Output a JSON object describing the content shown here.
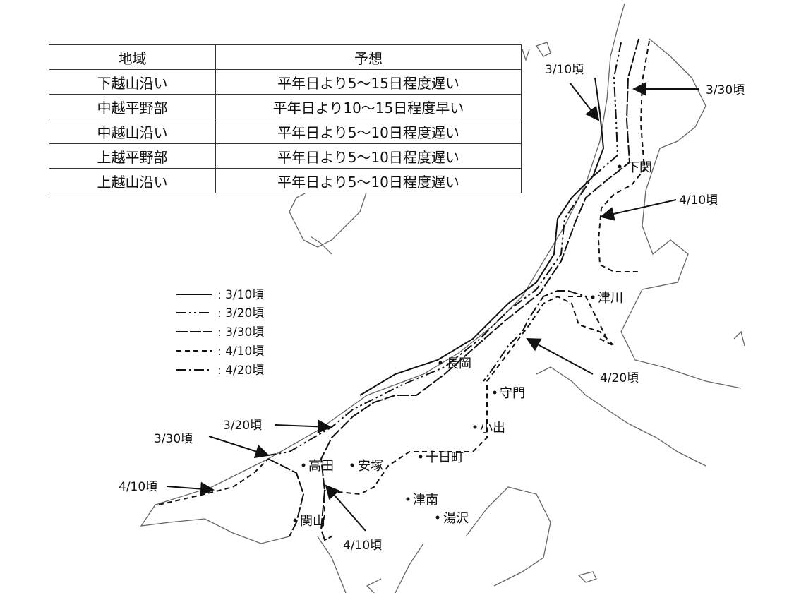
{
  "table": {
    "headers": [
      "地域",
      "予想"
    ],
    "rows": [
      {
        "region": "下越山沿い",
        "forecast": "平年日より5～15日程度遅い"
      },
      {
        "region": "中越平野部",
        "forecast": "平年日より10～15日程度早い"
      },
      {
        "region": "中越山沿い",
        "forecast": "平年日より5～10日程度遅い"
      },
      {
        "region": "上越平野部",
        "forecast": "平年日より5～10日程度遅い"
      },
      {
        "region": "上越山沿い",
        "forecast": "平年日より5～10日程度遅い"
      }
    ]
  },
  "legend": [
    {
      "label": ": 3/10頃",
      "style": "solid"
    },
    {
      "label": ": 3/20頃",
      "style": "dash-dot-dot"
    },
    {
      "label": ": 3/30頃",
      "style": "long-dash"
    },
    {
      "label": ": 4/10頃",
      "style": "dashed"
    },
    {
      "label": ": 4/20頃",
      "style": "dash-dot"
    }
  ],
  "callouts": {
    "c1": "3/10頃",
    "c2": "3/30頃",
    "c3": "4/10頃",
    "c4": "4/20頃",
    "c5": "3/20頃",
    "c6": "3/30頃",
    "c7": "4/10頃",
    "c8": "4/10頃"
  },
  "cities": {
    "shimoseki": "下関",
    "tsugawa": "津川",
    "nagaoka": "長岡",
    "sumon": "守門",
    "koide": "小出",
    "tokamachi": "十日町",
    "takada": "高田",
    "yasuzuka": "安塚",
    "tsunan": "津南",
    "yuzawa": "湯沢",
    "sekiyama": "関山"
  },
  "colors": {
    "line": "#111111",
    "border": "#666666"
  }
}
